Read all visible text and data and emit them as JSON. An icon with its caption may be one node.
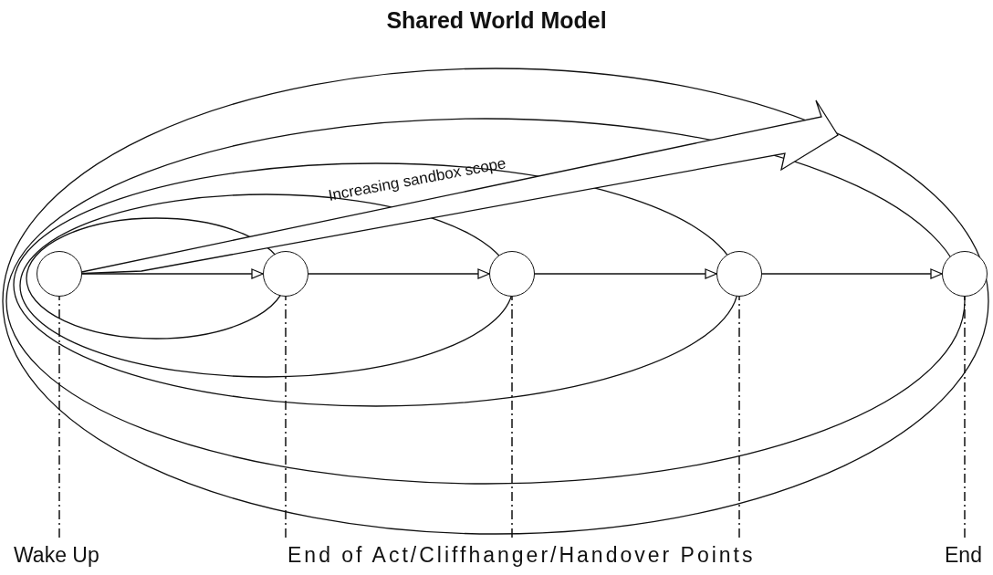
{
  "diagram": {
    "title": "Shared World Model",
    "nodes": [
      {
        "text": [],
        "shape": "circle"
      },
      {
        "text": [],
        "shape": "circle"
      },
      {
        "text": [],
        "shape": "circle"
      },
      {
        "text": [],
        "shape": "circle"
      },
      {
        "text": [],
        "shape": "circle"
      },
      {
        "text": [
          "Wake Up"
        ]
      },
      {
        "text": [
          "End of Act/Cliffhanger/Handover Points"
        ]
      },
      {
        "text": [
          "End"
        ]
      }
    ],
    "edges": [
      {
        "from": 0,
        "to": 1,
        "arrow": "to"
      },
      {
        "from": 1,
        "to": 2,
        "arrow": "to"
      },
      {
        "from": 2,
        "to": 3,
        "arrow": "to"
      },
      {
        "from": 3,
        "to": 4,
        "arrow": "to"
      },
      {
        "from": 5,
        "to": 0,
        "arrow": "none",
        "style": "dashed"
      },
      {
        "from": 6,
        "to": 1,
        "arrow": "none",
        "style": "dashed"
      },
      {
        "from": 6,
        "to": 2,
        "arrow": "none",
        "style": "dashed"
      },
      {
        "from": 6,
        "to": 3,
        "arrow": "none",
        "style": "dashed"
      },
      {
        "from": 7,
        "to": 4,
        "arrow": "none",
        "style": "dashed"
      }
    ],
    "labels": [
      "Increasing sandbox scope"
    ]
  }
}
